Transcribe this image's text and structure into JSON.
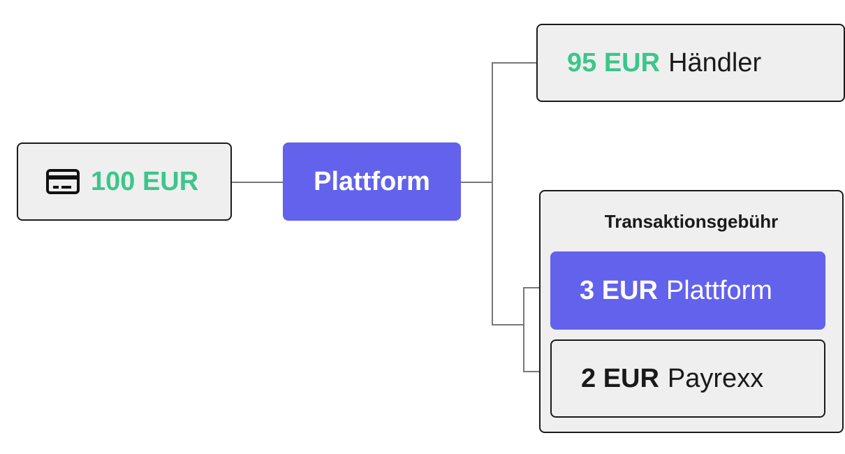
{
  "source": {
    "amount": "100 EUR",
    "icon": "credit-card-icon"
  },
  "platform": {
    "label": "Plattform"
  },
  "merchant": {
    "amount": "95 EUR",
    "label": "Händler"
  },
  "fees": {
    "title": "Transaktionsgebühr",
    "items": [
      {
        "amount": "3 EUR",
        "label": "Plattform"
      },
      {
        "amount": "2 EUR",
        "label": "Payrexx"
      }
    ]
  },
  "colors": {
    "accent": "#6262ec",
    "amount_green": "#3cc68a",
    "box_bg": "#efefef",
    "border": "#1a1a1a"
  }
}
